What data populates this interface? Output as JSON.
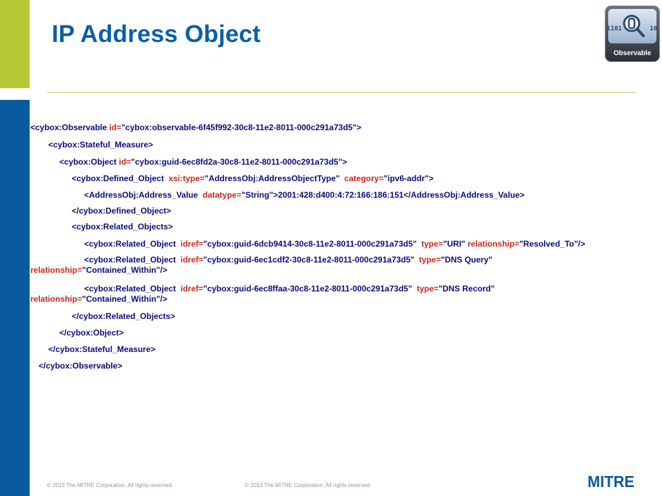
{
  "title": "IP Address Object",
  "badge": {
    "label": "Observable",
    "bits_left": "1101",
    "bits_right": "10"
  },
  "footer": {
    "copyright_left": "© 2013 The MITRE Corporation. All rights reserved.",
    "copyright_right": "© 2013 The MITRE Corporation. All rights reserved."
  },
  "logo": {
    "text": "MITRE"
  },
  "xml": {
    "l1": {
      "open": "<cybox:Observable",
      "a1": "id=",
      "v1": "\"cybox:observable-6f45f992-30c8-11e2-8011-000c291a73d5\"",
      "close": ">"
    },
    "l2": {
      "tag": "<cybox:Stateful_Measure>"
    },
    "l3": {
      "open": "<cybox:Object",
      "a1": "id=",
      "v1": "\"cybox:guid-6ec8fd2a-30c8-11e2-8011-000c291a73d5\"",
      "close": ">"
    },
    "l4": {
      "open": "<cybox:Defined_Object",
      "a1": "xsi:type=",
      "v1": "\"AddressObj:AddressObjectType\"",
      "a2": "category=",
      "v2": "\"ipv6-addr\"",
      "close": ">"
    },
    "l5": {
      "open": "<AddressObj:Address_Value",
      "a1": "datatype=",
      "v1": "\"String\"",
      "mid": ">2001:428:d400:4:72:166:186:151",
      "close": "</AddressObj:Address_Value>"
    },
    "l6": {
      "tag": "</cybox:Defined_Object>"
    },
    "l7": {
      "tag": "<cybox:Related_Objects>"
    },
    "l8": {
      "open": "<cybox:Related_Object",
      "a1": "idref=",
      "v1": "\"cybox:guid-6dcb9414-30c8-11e2-8011-000c291a73d5\"",
      "a2": "type=",
      "v2": "\"URI\"",
      "a3": "relationship=",
      "v3": "\"Resolved_To\"",
      "close": "/>"
    },
    "l9": {
      "open": "<cybox:Related_Object",
      "a1": "idref=",
      "v1": "\"cybox:guid-6ec1cdf2-30c8-11e2-8011-000c291a73d5\"",
      "a2": "type=",
      "v2": "\"DNS Query\"",
      "a3": "relationship=",
      "v3": "\"Contained_Within\"",
      "close": "/>"
    },
    "l10": {
      "open": "<cybox:Related_Object",
      "a1": "idref=",
      "v1": "\"cybox:guid-6ec8ffaa-30c8-11e2-8011-000c291a73d5\"",
      "a2": "type=",
      "v2": "\"DNS Record\"",
      "a3": "relationship=",
      "v3": "\"Contained_Within\"",
      "close": "/>"
    },
    "l11": {
      "tag": "</cybox:Related_Objects>"
    },
    "l12": {
      "tag": "</cybox:Object>"
    },
    "l13": {
      "tag": "</cybox:Stateful_Measure>"
    },
    "l14": {
      "tag": "</cybox:Observable>"
    }
  }
}
